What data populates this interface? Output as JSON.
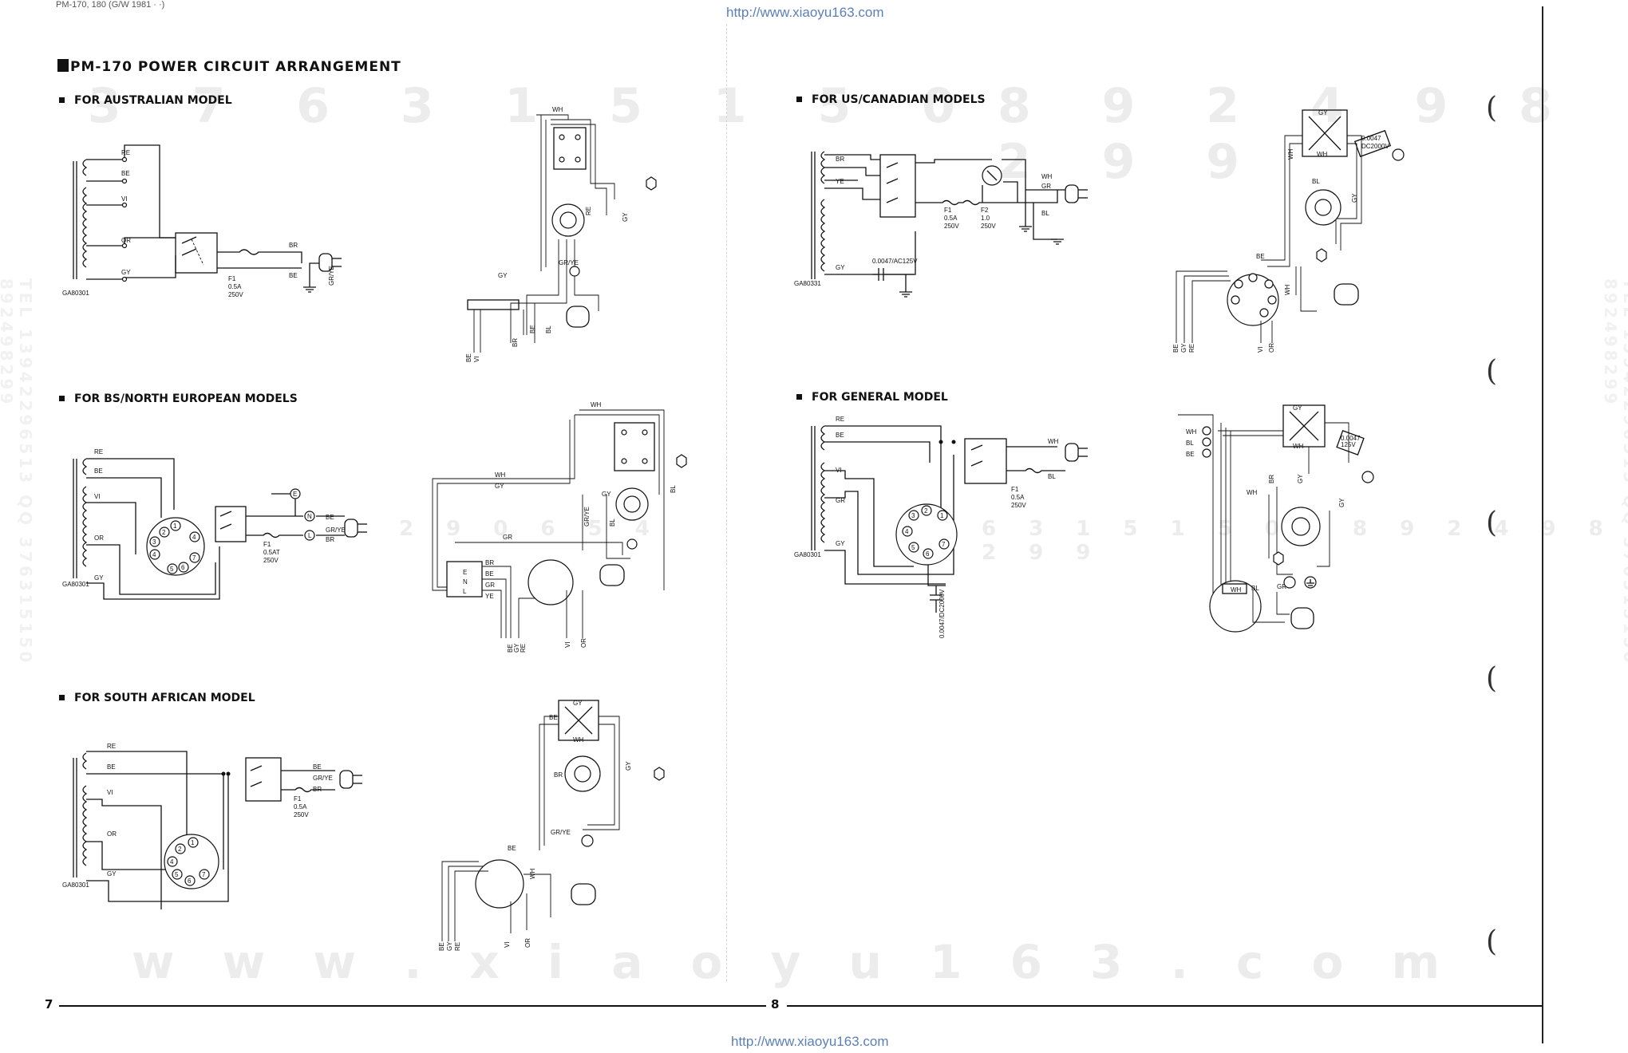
{
  "header": {
    "running_head": "PM-170, 180 (G/W 1981 · ·)",
    "title": "PM-170  POWER  CIRCUIT  ARRANGEMENT",
    "url_top": "http://www.xiaoyu163.com",
    "url_bottom": "http://www.xiaoyu163.com"
  },
  "sections": {
    "australian": "FOR AUSTRALIAN MODEL",
    "bs_north_european": "FOR BS/NORTH EUROPEAN MODELS",
    "south_african": "FOR SOUTH AFRICAN MODEL",
    "us_canadian": "FOR US/CANADIAN MODELS",
    "general": "FOR GENERAL MODEL"
  },
  "page_numbers": {
    "left": "7",
    "right": "8"
  },
  "watermarks": {
    "digits_top_left": "3 7 6 3 1 5 1 5 0",
    "digits_top_right": "8 9 2 4 9 8 2 9 9",
    "digits_mid_left": "2 9 0 6 5 4",
    "digits_mid_right": "6 3 1 5 1 5 0 · 8 9 2 4 9 8 2 9 9",
    "url_wide": "w w w . x i a o y u 1 6 3 . c o m",
    "side_left": "TEL 13942296513 QQ 376315150 892498299",
    "side_right": "TEL 13942296513 QQ 376315150 892498299"
  },
  "labels": {
    "re": "RE",
    "be": "BE",
    "vi": "VI",
    "or": "OR",
    "gy": "GY",
    "br": "BR",
    "ye": "YE",
    "wh": "WH",
    "bl": "BL",
    "gr": "GR",
    "gr_ye": "GR/YE",
    "e": "E",
    "n": "N",
    "l": "L",
    "transformer_au": "GA80301",
    "transformer_us": "GA80331",
    "fuse_f1": "F1",
    "fuse_f2": "F2",
    "rating_05a": "0.5A",
    "rating_05at": "0.5AT",
    "rating_10": "1.0",
    "rating_250v": "250V",
    "cap_us": "0.0047/AC125V",
    "cap_general": "0.0047/DC2000V",
    "cap_tag": "0.0047",
    "cap_tag2": "DC2000V",
    "cap_tag3": "125V",
    "pin1": "1",
    "pin2": "2",
    "pin3": "3",
    "pin4": "4",
    "pin5": "5",
    "pin6": "6",
    "pin7": "7"
  }
}
